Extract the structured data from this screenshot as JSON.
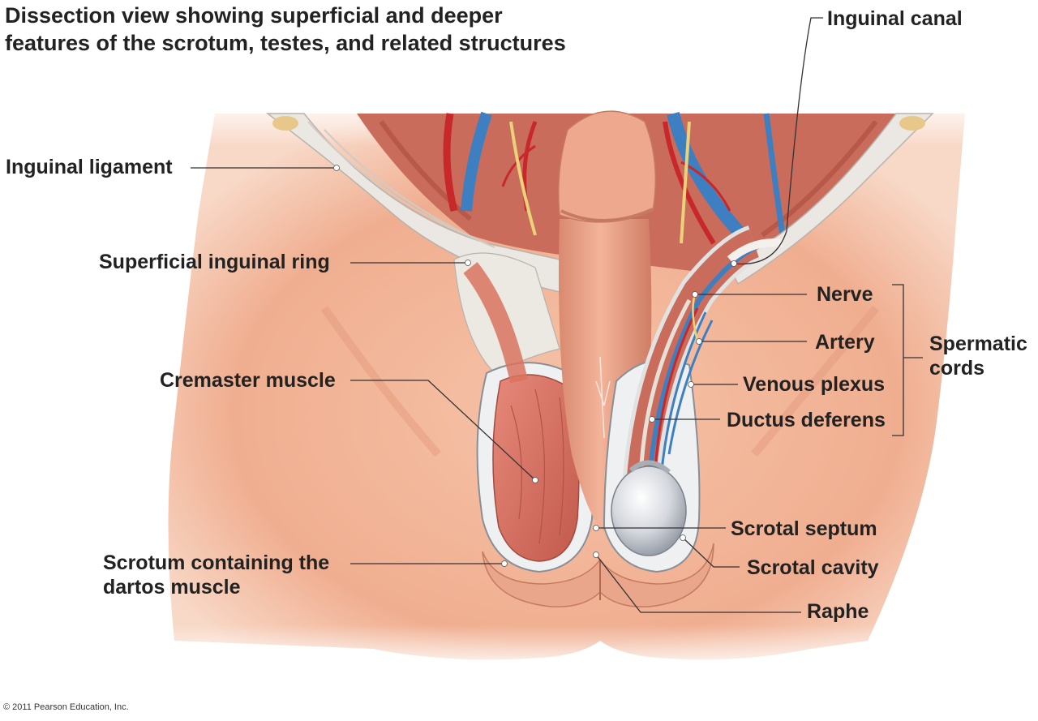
{
  "title": {
    "line1": "Dissection view showing superficial and deeper",
    "line2": "features of the scrotum, testes, and related structures"
  },
  "labels": {
    "inguinal_canal": "Inguinal canal",
    "inguinal_ligament": "Inguinal ligament",
    "superficial_inguinal_ring": "Superficial inguinal ring",
    "nerve": "Nerve",
    "artery": "Artery",
    "venous_plexus": "Venous plexus",
    "ductus_deferens": "Ductus deferens",
    "spermatic_cords_line1": "Spermatic",
    "spermatic_cords_line2": "cords",
    "cremaster_muscle": "Cremaster muscle",
    "scrotal_septum": "Scrotal septum",
    "scrotal_cavity": "Scrotal cavity",
    "scrotum_line1": "Scrotum containing the",
    "scrotum_line2": "dartos muscle",
    "raphe": "Raphe"
  },
  "copyright": "© 2011 Pearson Education, Inc.",
  "colors": {
    "skin": "#f2b69a",
    "muscle": "#d9735f",
    "ligament": "#e8e6e2",
    "vein": "#3d7fc1",
    "artery": "#c8282a",
    "nerve": "#e9d27a"
  }
}
